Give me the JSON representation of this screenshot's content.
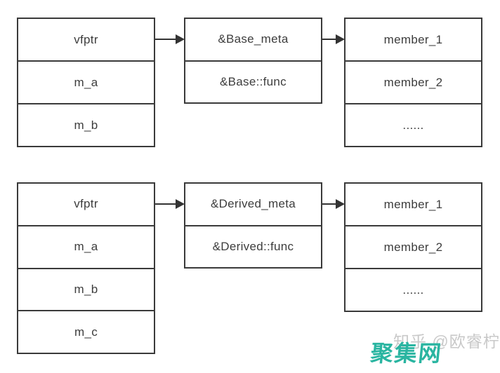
{
  "diagram": {
    "rows": [
      {
        "object_box": {
          "cells": [
            "vfptr",
            "m_a",
            "m_b"
          ]
        },
        "vtable_box": {
          "cells": [
            "&Base_meta",
            "&Base::func"
          ]
        },
        "members_box": {
          "cells": [
            "member_1",
            "member_2",
            "......"
          ]
        }
      },
      {
        "object_box": {
          "cells": [
            "vfptr",
            "m_a",
            "m_b",
            "m_c"
          ]
        },
        "vtable_box": {
          "cells": [
            "&Derived_meta",
            "&Derived::func"
          ]
        },
        "members_box": {
          "cells": [
            "member_1",
            "member_2",
            "......"
          ]
        }
      }
    ]
  },
  "watermark": {
    "site_text": "聚集网",
    "site_color": "#2ab5a1",
    "author_text": "知乎 @欧睿柠",
    "author_color": "#c9c9c9"
  },
  "colors": {
    "background": "#ffffff",
    "box_border": "#3a3a3a",
    "cell_text": "#3d3d3d",
    "arrow": "#333333"
  }
}
